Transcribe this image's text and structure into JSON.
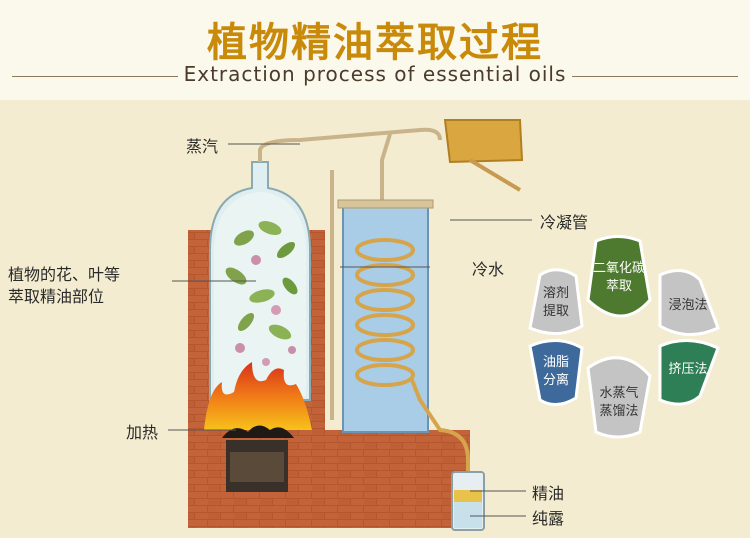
{
  "header": {
    "title": "植物精油萃取过程",
    "subtitle": "Extraction process of essential oils"
  },
  "diagram": {
    "labels": {
      "steam": "蒸汽",
      "plants_line1": "植物的花、叶等",
      "plants_line2": "萃取精油部位",
      "heating": "加热",
      "condenser": "冷凝管",
      "cold_water": "冷水",
      "essential_oil": "精油",
      "hydrosol": "纯露"
    }
  },
  "methods": [
    {
      "line1": "二氧化碳",
      "line2": "萃取",
      "color": "#4d7a2e",
      "text_color": "#ffffff"
    },
    {
      "line1": "浸泡法",
      "line2": "",
      "color": "#c4c4c4",
      "text_color": "#333333"
    },
    {
      "line1": "挤压法",
      "line2": "",
      "color": "#2e7f55",
      "text_color": "#ffffff"
    },
    {
      "line1": "水蒸气",
      "line2": "蒸馏法",
      "color": "#c4c4c4",
      "text_color": "#333333"
    },
    {
      "line1": "油脂",
      "line2": "分离",
      "color": "#3d6a9a",
      "text_color": "#ffffff"
    },
    {
      "line1": "溶剂",
      "line2": "提取",
      "color": "#c4c4c4",
      "text_color": "#333333"
    }
  ]
}
